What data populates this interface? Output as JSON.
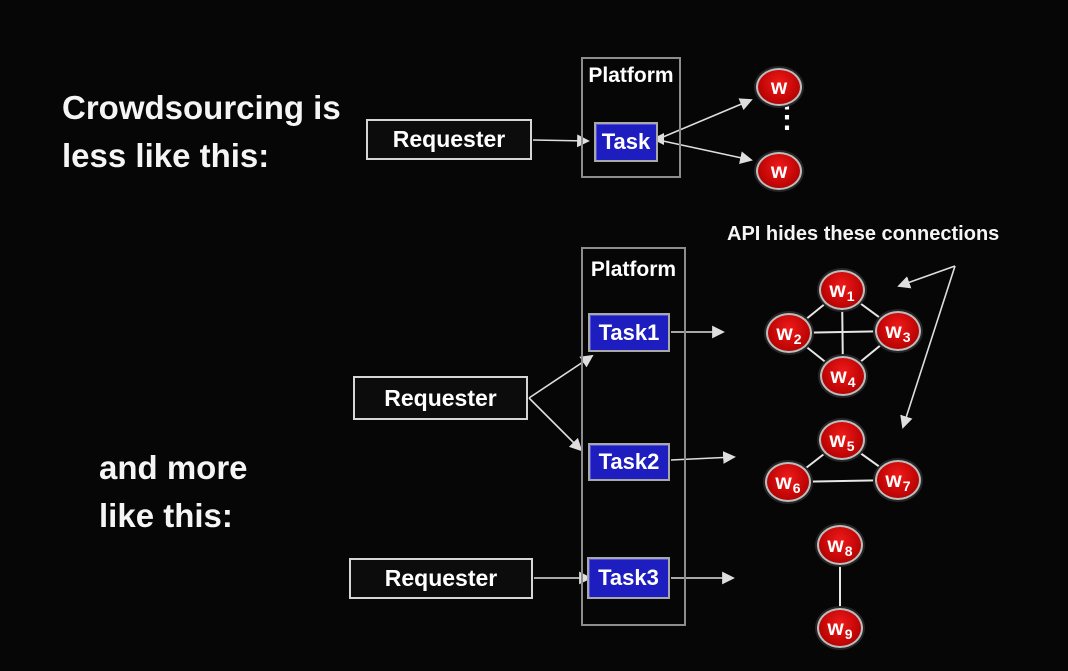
{
  "colors": {
    "background": "#060606",
    "text": "#f2f2f2",
    "task_fill": "#1d1dc0",
    "worker_fill": "#cc0808",
    "connector": "#dedede",
    "requester_border": "#d6d6d6",
    "platform_border": "#8d8d8d"
  },
  "headings": {
    "less": {
      "line1": "Crowdsourcing is",
      "line2": "less like this:"
    },
    "more": {
      "line1": "and more",
      "line2": "like this:"
    }
  },
  "annotation": {
    "label": "API hides these connections"
  },
  "top_diagram": {
    "requester": "Requester",
    "platform": "Platform",
    "task": "Task",
    "worker_a": "w",
    "worker_b": "w",
    "ellipsis": "⋮"
  },
  "bottom_diagram": {
    "platform": "Platform",
    "requester_mid": "Requester",
    "requester_low": "Requester",
    "task1": "Task1",
    "task2": "Task2",
    "task3": "Task3",
    "workers": [
      {
        "base": "w",
        "sub": "1"
      },
      {
        "base": "w",
        "sub": "2"
      },
      {
        "base": "w",
        "sub": "3"
      },
      {
        "base": "w",
        "sub": "4"
      },
      {
        "base": "w",
        "sub": "5"
      },
      {
        "base": "w",
        "sub": "6"
      },
      {
        "base": "w",
        "sub": "7"
      },
      {
        "base": "w",
        "sub": "8"
      },
      {
        "base": "w",
        "sub": "9"
      }
    ]
  }
}
